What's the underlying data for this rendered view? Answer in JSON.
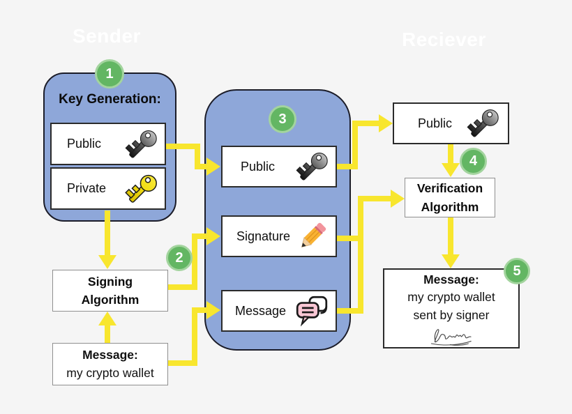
{
  "titles": {
    "sender": "Sender",
    "receiver": "Reciever"
  },
  "colors": {
    "background": "#f5f5f5",
    "container_blue": "#8ea7d9",
    "arrow_yellow": "#f8e62e",
    "badge_green": "#63b663",
    "box_white": "#ffffff"
  },
  "sender": {
    "key_generation": {
      "badge": "1",
      "title": "Key Generation:",
      "items": [
        {
          "label": "Public",
          "icon": "gray-key-icon"
        },
        {
          "label": "Private",
          "icon": "yellow-key-icon"
        }
      ]
    },
    "signing_algorithm": {
      "badge": "2",
      "line1": "Signing",
      "line2": "Algorithm"
    },
    "message": {
      "title": "Message:",
      "line1": "my crypto wallet"
    }
  },
  "transfer": {
    "badge": "3",
    "items": [
      {
        "label": "Public",
        "icon": "gray-key-icon"
      },
      {
        "label": "Signature",
        "icon": "pencil-icon"
      },
      {
        "label": "Message",
        "icon": "speech-bubbles-icon"
      }
    ]
  },
  "receiver": {
    "public": {
      "label": "Public",
      "icon": "gray-key-icon"
    },
    "verification_algorithm": {
      "badge": "4",
      "line1": "Verification",
      "line2": "Algorithm"
    },
    "message": {
      "badge": "5",
      "title": "Message:",
      "line1": "my crypto wallet",
      "line2": "sent by signer",
      "signature": "handwritten-signature"
    }
  }
}
